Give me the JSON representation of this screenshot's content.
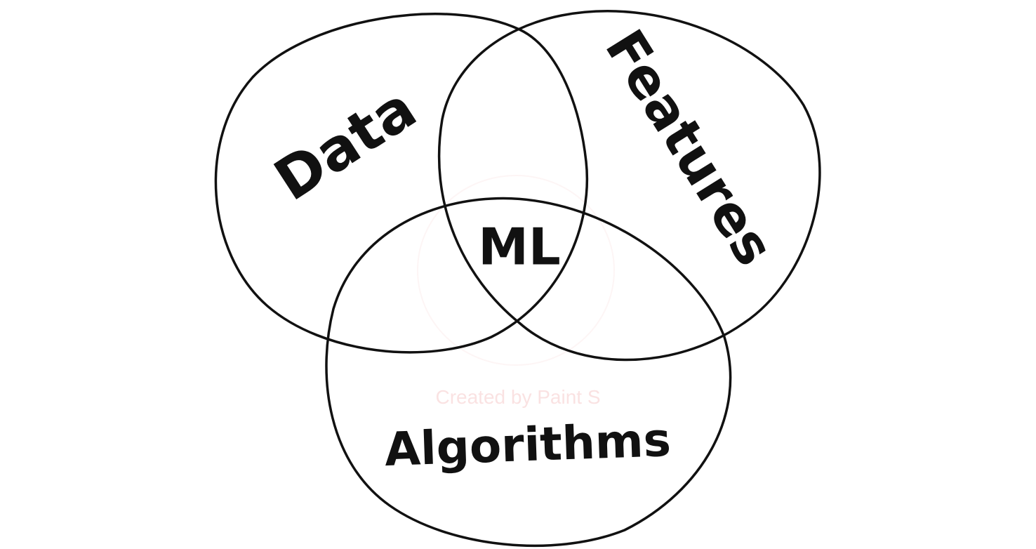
{
  "diagram": {
    "type": "venn",
    "sets": [
      {
        "id": "data",
        "label": "Data"
      },
      {
        "id": "features",
        "label": "Features"
      },
      {
        "id": "algorithms",
        "label": "Algorithms"
      }
    ],
    "intersection_label": "ML",
    "watermark": "Created by Paint S"
  },
  "colors": {
    "background": "#ffffff",
    "stroke": "#111111",
    "text": "#111111",
    "watermark": "#f6cccc"
  }
}
